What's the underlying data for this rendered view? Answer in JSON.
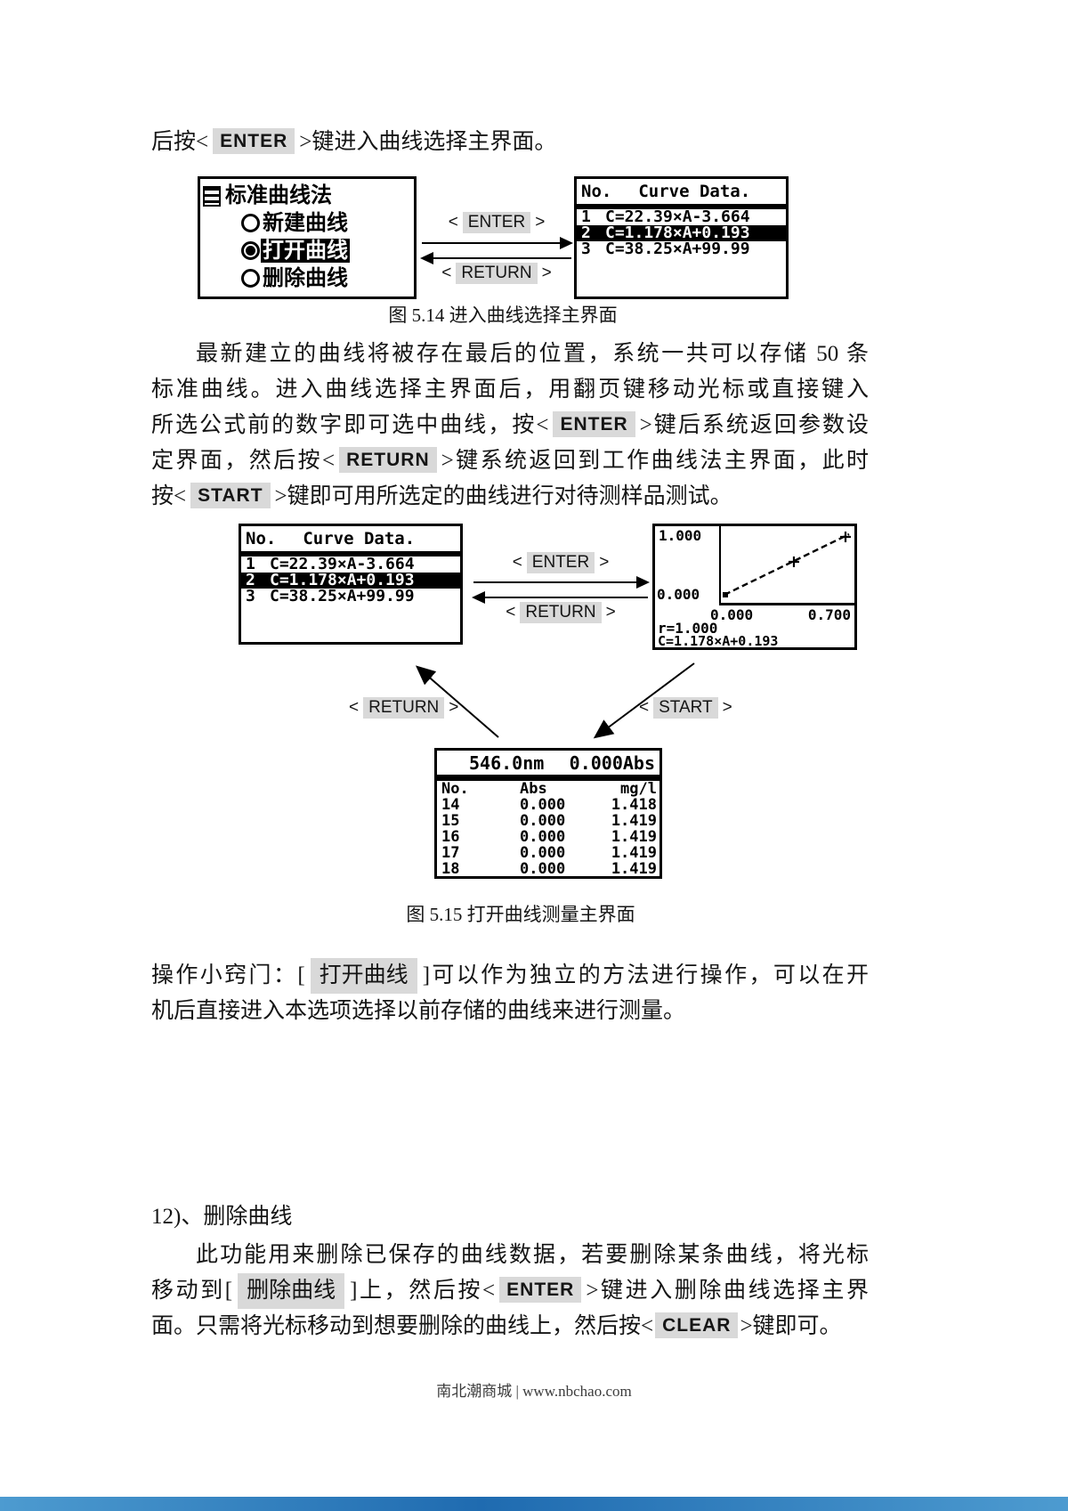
{
  "keys": {
    "enter": "ENTER",
    "return": "RETURN",
    "start": "START",
    "clear": "CLEAR",
    "angle_open": "<",
    "angle_close": ">"
  },
  "intro": {
    "pre": "后按<",
    "post": ">键进入曲线选择主界面。"
  },
  "menu_screen": {
    "title": "标准曲线法",
    "items": [
      {
        "label": "新建曲线"
      },
      {
        "label": "打开曲线"
      },
      {
        "label": "删除曲线"
      }
    ]
  },
  "curve_screen": {
    "no_header": "No.",
    "data_header": "Curve Data.",
    "rows": [
      {
        "no": "1",
        "formula": "C=22.39×A-3.664"
      },
      {
        "no": "2",
        "formula": "C=1.178×A+0.193"
      },
      {
        "no": "3",
        "formula": "C=38.25×A+99.99"
      }
    ]
  },
  "fig514_caption": "图 5.14 进入曲线选择主界面",
  "para1": {
    "line1": "最新建立的曲线将被存在最后的位置，系统一共可以存储 50 条",
    "line2": "标准曲线。进入曲线选择主界面后，用翻页键移动光标或直接键入",
    "line3_pre": "所选公式前的数字即可选中曲线，按<",
    "line3_post": ">键后系统返回参数设",
    "line4_pre": "定界面，然后按<",
    "line4_post": ">键系统返回到工作曲线法主界面，此时",
    "line5_pre": "按<",
    "line5_post": ">键即可用所选定的曲线进行对待测样品测试。"
  },
  "graph_screen": {
    "y_max": "1.000",
    "y_min": "0.000",
    "x_min": "0.000",
    "x_max": "0.700",
    "r_value": "r=1.000",
    "formula": "C=1.178×A+0.193"
  },
  "measure_screen": {
    "wavelength": "546.0nm",
    "absorbance": "0.000Abs",
    "col_no": "No.",
    "col_abs": "Abs",
    "col_unit": "mg/l",
    "rows": [
      {
        "no": "14",
        "abs": "0.000",
        "conc": "1.418"
      },
      {
        "no": "15",
        "abs": "0.000",
        "conc": "1.419"
      },
      {
        "no": "16",
        "abs": "0.000",
        "conc": "1.419"
      },
      {
        "no": "17",
        "abs": "0.000",
        "conc": "1.419"
      },
      {
        "no": "18",
        "abs": "0.000",
        "conc": "1.419"
      }
    ]
  },
  "fig515_caption": "图 5.15 打开曲线测量主界面",
  "tip": {
    "line1_pre": "操作小窍门：[",
    "chip": "打开曲线",
    "line1_post": "]可以作为独立的方法进行操作，可以在开",
    "line2": "机后直接进入本选项选择以前存储的曲线来进行测量。"
  },
  "section12": {
    "heading": "12)、删除曲线",
    "line1": "此功能用来删除已保存的曲线数据，若要删除某条曲线，将光标",
    "line2_pre": "移动到[",
    "chip1": "删除曲线",
    "line2_mid": "]上，然后按<",
    "line2_post": ">键进入删除曲线选择主界",
    "line3_pre": "面。只需将光标移动到想要删除的曲线上，然后按<",
    "line3_post": ">键即可。"
  },
  "footer": {
    "text": "南北潮商城 | www.nbchao.com"
  },
  "colors": {
    "key_chip_bg": "#d9d9d9",
    "screen_ink": "#000000",
    "footer_bar_blue": "#2273b8"
  }
}
